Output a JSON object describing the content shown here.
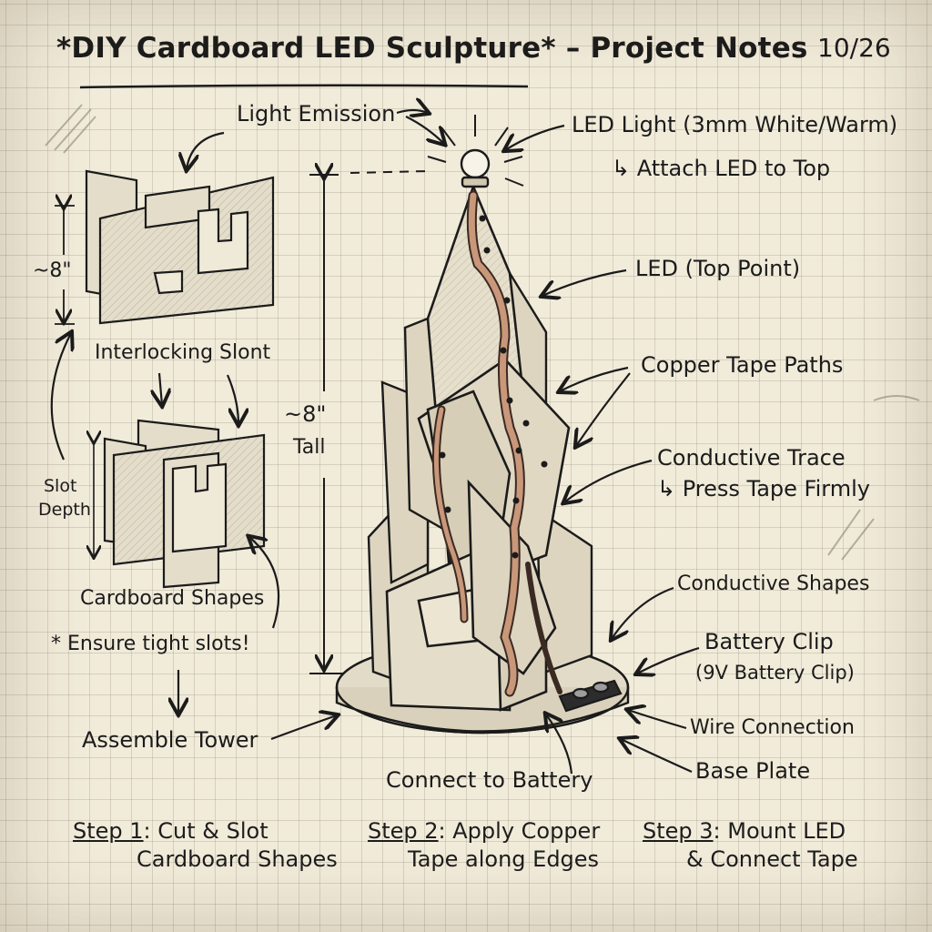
{
  "header": {
    "title": "*DIY Cardboard LED Sculpture* – Project Notes",
    "date": "10/26"
  },
  "labels": {
    "light_emission": "Light Emission",
    "led_light": "LED Light (3mm White/Warm)",
    "attach_led": "↳ Attach LED to Top",
    "led_top_point": "LED (Top Point)",
    "copper_tape_paths": "Copper Tape Paths",
    "conductive_trace": "Conductive Trace",
    "press_tape": "↳ Press Tape Firmly",
    "conductive_shapes": "Conductive Shapes",
    "battery_clip": "Battery Clip",
    "battery_clip_detail": "(9V Battery Clip)",
    "wire_connection": "Wire Connection",
    "base_plate": "Base Plate",
    "connect_battery": "Connect to Battery",
    "assemble_tower": "Assemble Tower",
    "ensure_slots": "* Ensure tight slots!",
    "cardboard_shapes": "Cardboard Shapes",
    "slot_depth_1": "Slot",
    "slot_depth_2": "Depth",
    "interlocking": "Interlocking Slont",
    "height_small": "~8\"",
    "height_tall_1": "~8\"",
    "height_tall_2": "Tall"
  },
  "steps": [
    {
      "heading": "Step 1",
      "line1": ": Cut & Slot",
      "line2": "Cardboard Shapes"
    },
    {
      "heading": "Step 2",
      "line1": ": Apply Copper",
      "line2": "Tape along Edges"
    },
    {
      "heading": "Step 3",
      "line1": ": Mount LED",
      "line2": "& Connect Tape"
    }
  ],
  "colors": {
    "paper": "#f1ebda",
    "ink": "#1b1b1b",
    "copper": "#c9977a"
  }
}
